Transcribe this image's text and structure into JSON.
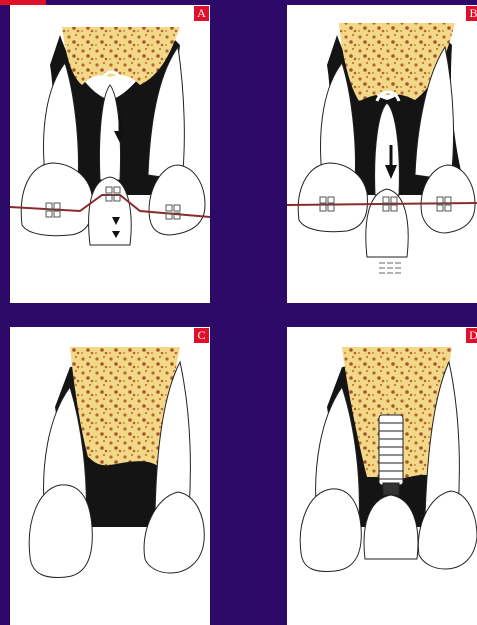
{
  "colors": {
    "background": "#2d0a68",
    "badge": "#e0102a",
    "bone": "#f2d98a",
    "bone_speckle": "#b8662c",
    "gum": "#111111",
    "tooth": "#ffffff",
    "wire": "#8b2a2a"
  },
  "panels": [
    {
      "id": "A",
      "label": "A",
      "stage": "forced-eruption-start"
    },
    {
      "id": "B",
      "label": "B",
      "stage": "forced-eruption-complete"
    },
    {
      "id": "C",
      "label": "C",
      "stage": "extraction-site"
    },
    {
      "id": "D",
      "label": "D",
      "stage": "implant-placed"
    }
  ],
  "icons": [
    "arrow-down-icon",
    "bracket-icon",
    "orthodontic-wire",
    "implant-icon"
  ]
}
